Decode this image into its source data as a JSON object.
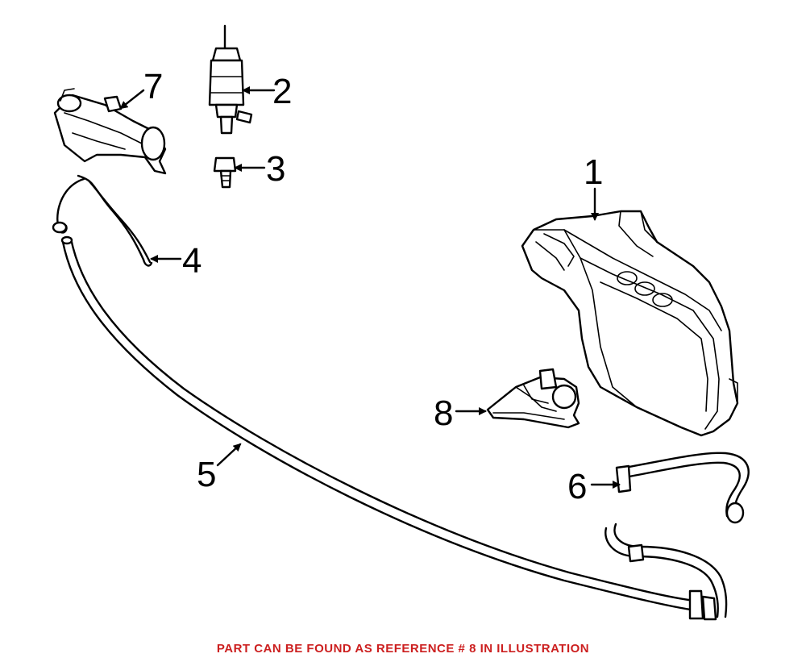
{
  "diagram": {
    "callouts": [
      {
        "id": "1",
        "label": "1"
      },
      {
        "id": "2",
        "label": "2"
      },
      {
        "id": "3",
        "label": "3"
      },
      {
        "id": "4",
        "label": "4"
      },
      {
        "id": "5",
        "label": "5"
      },
      {
        "id": "6",
        "label": "6"
      },
      {
        "id": "7",
        "label": "7"
      },
      {
        "id": "8",
        "label": "8"
      }
    ]
  },
  "footer": {
    "note": "PART CAN BE FOUND AS REFERENCE # 8 IN ILLUSTRATION",
    "color": "#cc1f1f"
  },
  "colors": {
    "ink": "#000000",
    "background": "#ffffff"
  }
}
